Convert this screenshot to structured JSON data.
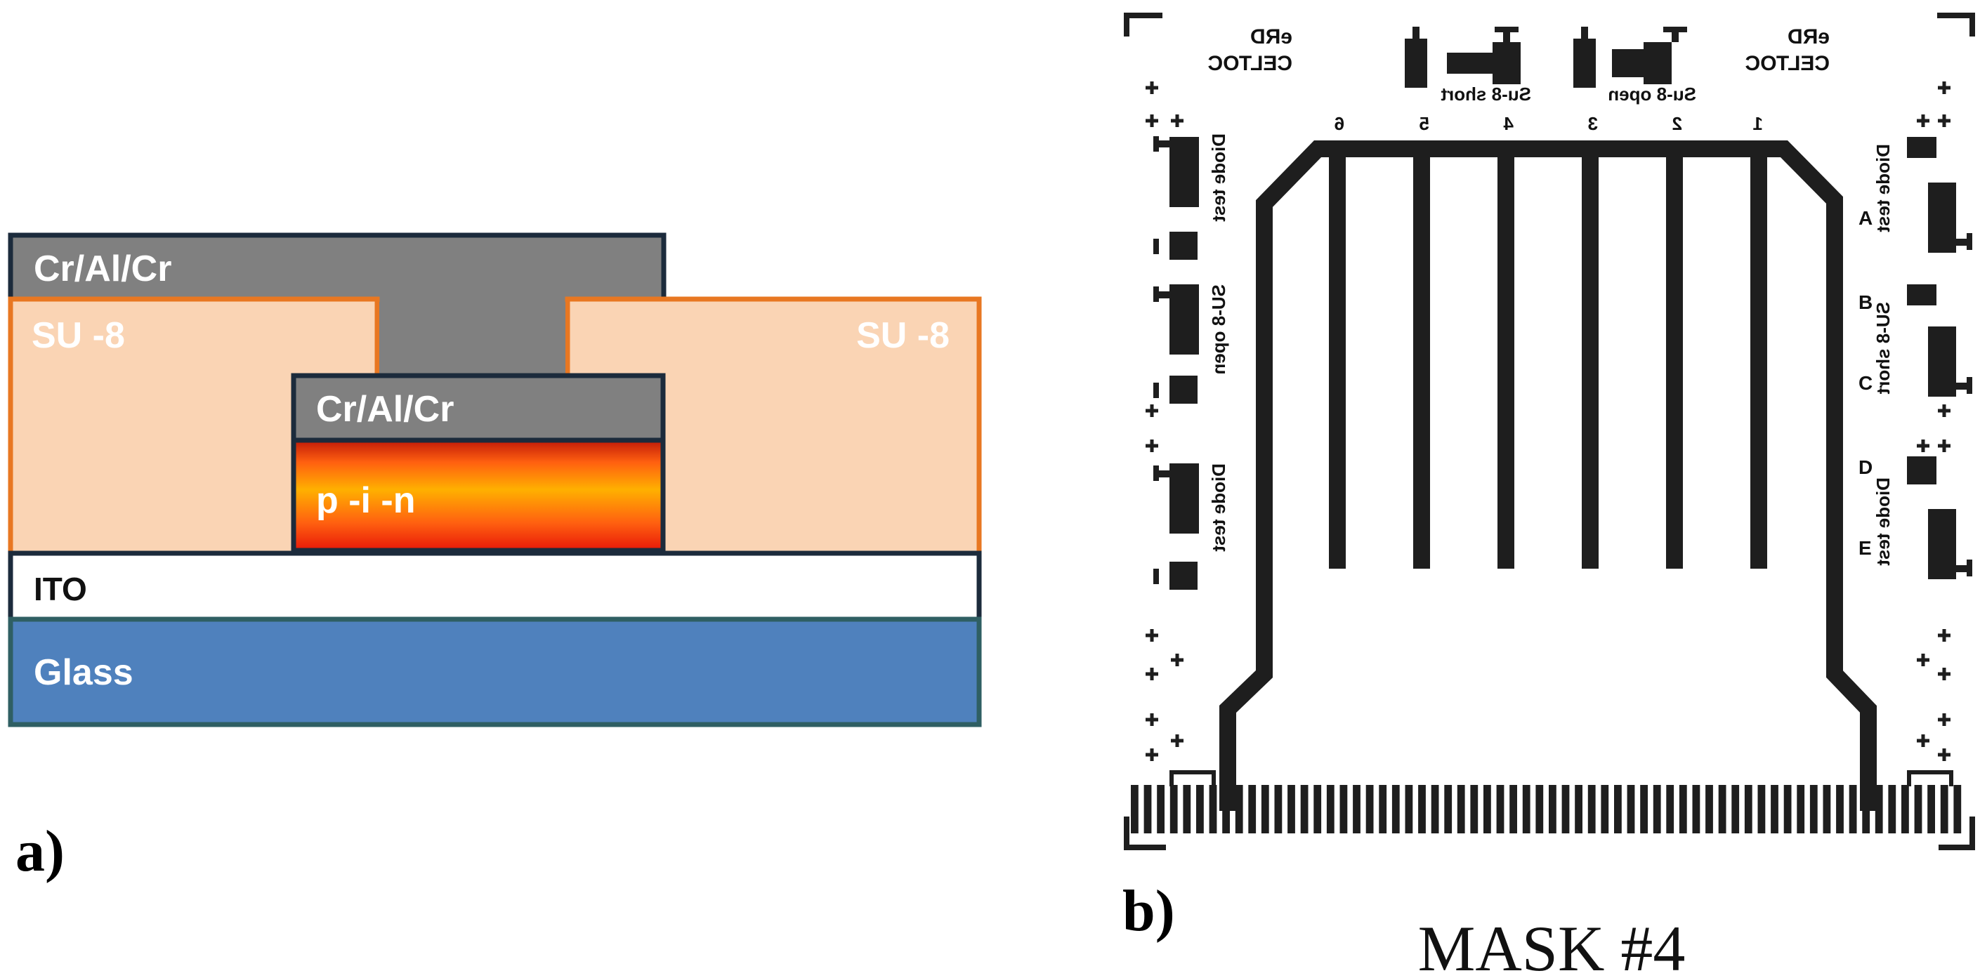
{
  "panel_a": {
    "panel_label": "a)",
    "layers": {
      "top_metal": "Cr/Al/Cr",
      "su8_left": "SU -8",
      "su8_right": "SU -8",
      "inner_metal": "Cr/Al/Cr",
      "pin": "p -i -n",
      "ito": "ITO",
      "glass": "Glass"
    },
    "colors": {
      "metal": "#808080",
      "su8_fill": "#fad4b4",
      "su8_border": "#e87722",
      "border": "#1c2b3c",
      "glass": "#4f81bd",
      "glass_border": "#2f5f63",
      "pin_gradient": [
        "#c01a08",
        "#ff6010",
        "#ffb000",
        "#ff6010",
        "#e81808"
      ]
    }
  },
  "panel_b": {
    "panel_label": "b)",
    "caption": "MASK #4",
    "top_corner_left": [
      "eRD",
      "CELTOC"
    ],
    "top_corner_right": [
      "eRD",
      "CELTOC"
    ],
    "top_labels": [
      "Su-8 short",
      "Su-8 open"
    ],
    "column_numbers": [
      "6",
      "5",
      "4",
      "3",
      "2",
      "1"
    ],
    "left_labels": [
      "Diode test",
      "SU-8 open",
      "Diode test"
    ],
    "right_labels": [
      "Diode test",
      "SU-8 short",
      "Diode test"
    ],
    "right_letters": [
      "A",
      "B",
      "C",
      "D",
      "E"
    ],
    "colors": {
      "ink": "#1e1e1e"
    }
  }
}
